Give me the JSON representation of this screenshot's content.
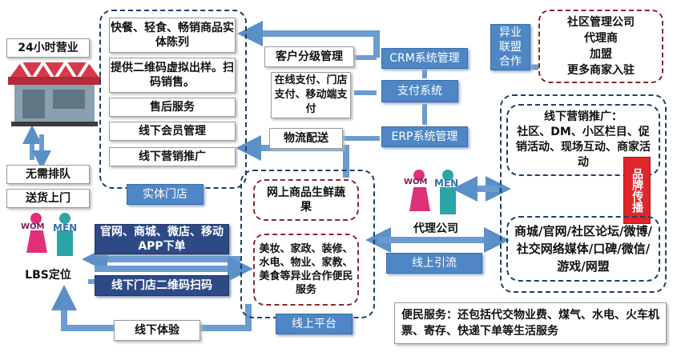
{
  "business_hours": "24小时营业",
  "no_queue": "无需排队",
  "delivery": "送货上门",
  "lbs": "LBS定位",
  "offline_experience": "线下体验",
  "woman_label": "WOM",
  "man_label": "MEN",
  "store_items": [
    "快餐、轻食、畅销商品实体陈列",
    "提供二维码虚拟出样。扫码销售。",
    "售后服务",
    "线下会员管理",
    "线下营销推广"
  ],
  "store_title": "实体门店",
  "channels": [
    "官网、商城、微店、移动APP下单",
    "线下门店二维码扫码"
  ],
  "crm_in": "客户分级管理",
  "crm_label": "CRM系统管理",
  "pay_in": "在线支付、门店支付、移动端支付",
  "pay_label": "支付系统",
  "logistics_in": "物流配送",
  "erp_label": "ERP系统管理",
  "online_goods": "网上商品生鲜蔬果",
  "online_services": "美妆、家政、装修、水电、物业、家教、美食等异业合作便民服务",
  "online_platform": "线上平台",
  "agent": "代理公司",
  "online_traffic": "线上引流",
  "alliance": "异业联盟合作",
  "alliance_items": [
    "社区管理公司",
    "代理商",
    "加盟",
    "更多商家入驻"
  ],
  "offline_promo_title": "线下营销推广：",
  "offline_promo_body": "社区、DM、小区栏目、促销活动、现场互动、商家活动",
  "brand": "品牌传播",
  "online_media": "商城/官网/社区论坛/微博/社交网络媒体/口碑/微信/游戏/网盟",
  "convenience": "便民服务：还包括代交物业费、煤气、水电、火车机票、寄存、快递下单等生活服务",
  "colors": {
    "accent_blue": "#4f86c6",
    "navy": "#2d4a86",
    "dashed_red": "#8e2430",
    "brand_red": "#e0262a",
    "woman_pink": "#e0307a",
    "man_teal": "#2aa5a8"
  }
}
